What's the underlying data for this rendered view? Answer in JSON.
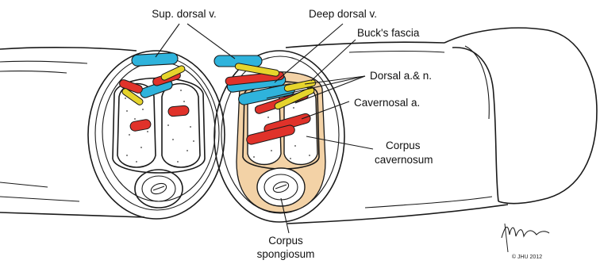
{
  "labels": {
    "sup_dorsal_v": "Sup. dorsal v.",
    "deep_dorsal_v": "Deep dorsal v.",
    "bucks_fascia": "Buck's fascia",
    "dorsal_a_n": "Dorsal a.& n.",
    "cavernosal_a": "Cavernosal a.",
    "corpus_cavernosum_1": "Corpus",
    "corpus_cavernosum_2": "cavernosum",
    "corpus_spongiosum_1": "Corpus",
    "corpus_spongiosum_2": "spongiosum",
    "signature": "P.Pappas",
    "copyright": "© JHU 2012"
  },
  "colors": {
    "vein": "#2fb3dc",
    "artery": "#e0322a",
    "nerve": "#e6d42c",
    "bucks_fascia_fill": "#f3d2a6",
    "outline": "#1a1a1a"
  }
}
